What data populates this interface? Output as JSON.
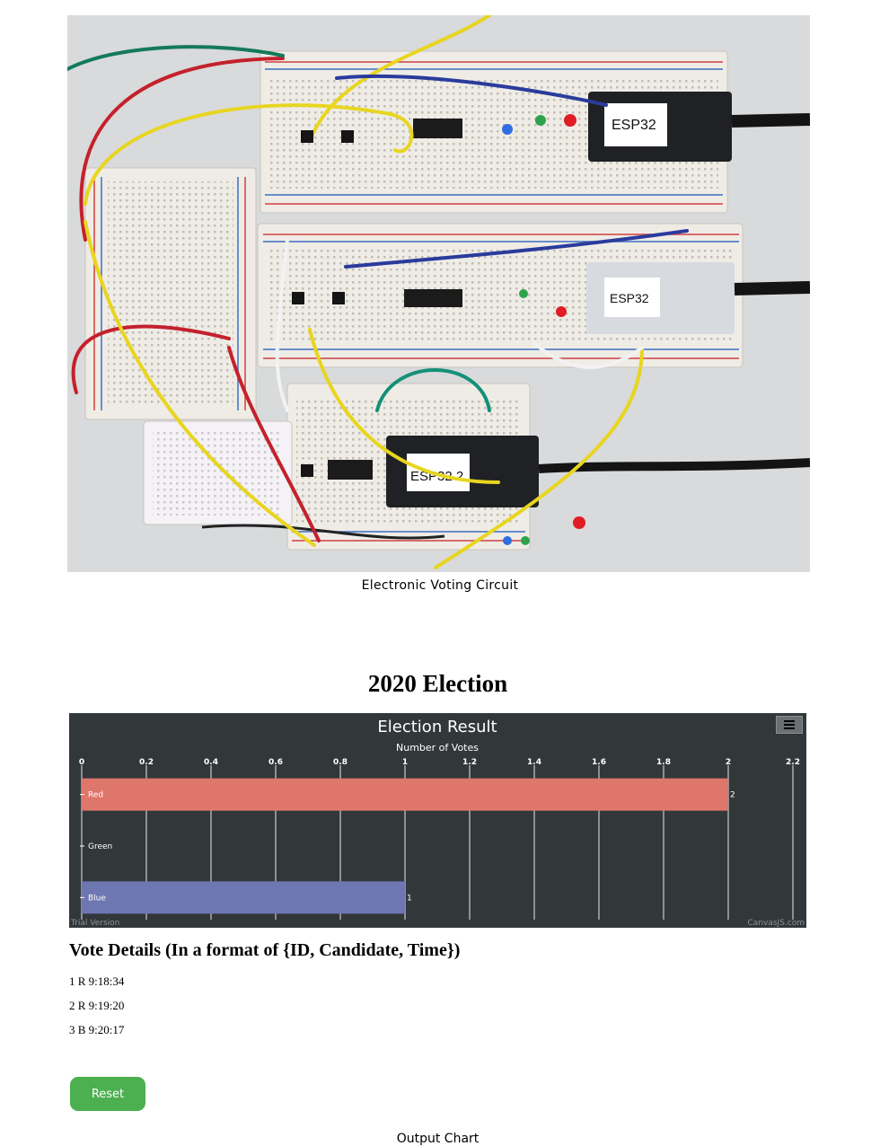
{
  "photo": {
    "caption": "Electronic Voting Circuit",
    "board_labels": [
      "ESP32",
      "ESP32",
      "ESP32 2"
    ]
  },
  "page": {
    "title": "2020 Election"
  },
  "chart": {
    "menu_icon": "hamburger-menu-icon",
    "watermark_left": "Trial Version",
    "watermark_right": "CanvasJS.com",
    "background_color": "#32373a"
  },
  "chart_data": {
    "type": "bar",
    "orientation": "horizontal",
    "title": "Election Result",
    "xlabel": "Number of Votes",
    "ylabel": "",
    "xlim": [
      0,
      2.2
    ],
    "ticks": [
      "0",
      "0.2",
      "0.4",
      "0.6",
      "0.8",
      "1",
      "1.2",
      "1.4",
      "1.6",
      "1.8",
      "2",
      "2.2"
    ],
    "categories": [
      "Red",
      "Green",
      "Blue"
    ],
    "values": [
      2,
      0,
      1
    ],
    "data_labels": [
      "2",
      "",
      "1"
    ],
    "colors": [
      "#df766b",
      "#5db96b",
      "#6e77b1"
    ],
    "grid": true
  },
  "vote_details": {
    "title": "Vote Details (In a format of {ID, Candidate, Time})",
    "rows": [
      "1 R 9:18:34",
      "2 R 9:19:20",
      "3 B 9:20:17"
    ]
  },
  "controls": {
    "reset_label": "Reset"
  },
  "footer": {
    "caption": "Output Chart"
  }
}
